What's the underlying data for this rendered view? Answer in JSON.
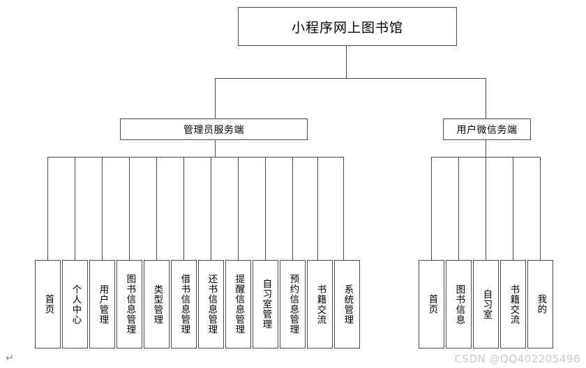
{
  "diagram": {
    "title": "小程序网上图书馆",
    "type": "system-function-tree",
    "branches": [
      {
        "id": "admin",
        "label": "管理员服务端",
        "leaves": [
          {
            "label": "首页"
          },
          {
            "label": "个人中心"
          },
          {
            "label": "用户管理"
          },
          {
            "label": "图书信息管理"
          },
          {
            "label": "类型管理"
          },
          {
            "label": "借书信息管理"
          },
          {
            "label": "还书信息管理"
          },
          {
            "label": "提醒信息管理"
          },
          {
            "label": "自习室管理"
          },
          {
            "label": "预约信息管理"
          },
          {
            "label": "书籍交流"
          },
          {
            "label": "系统管理"
          }
        ]
      },
      {
        "id": "wechat",
        "label": "用户微信务端",
        "leaves": [
          {
            "label": "首页"
          },
          {
            "label": "图书信息"
          },
          {
            "label": "自习室"
          },
          {
            "label": "书籍交流"
          },
          {
            "label": "我的"
          }
        ]
      }
    ]
  },
  "watermark": {
    "text": "CSDN @QQ402205496"
  },
  "marks": {
    "paragraph_mark": "↵"
  },
  "colors": {
    "line": "#4a4a4a",
    "text": "#000000",
    "background": "#ffffff",
    "watermark": "#c9c9c9"
  }
}
